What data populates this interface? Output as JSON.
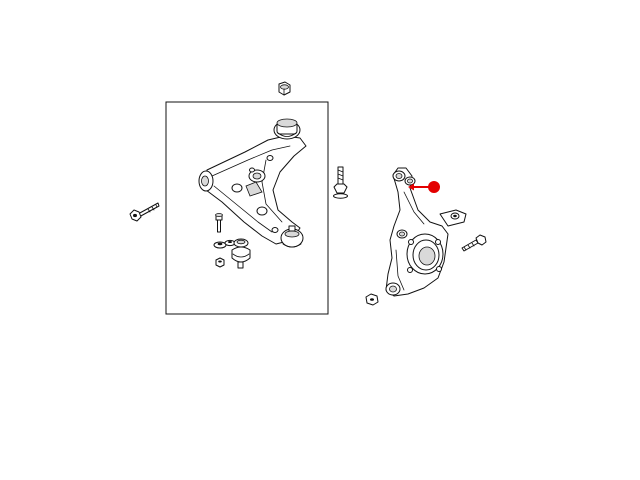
{
  "diagram": {
    "parts": [
      {
        "id": "top-nut",
        "icon": "hex-nut-icon"
      },
      {
        "id": "lower-control-arm",
        "icon": "control-arm-icon"
      },
      {
        "id": "control-arm-bolt",
        "icon": "bolt-icon"
      },
      {
        "id": "ball-joint-kit",
        "icon": "ball-joint-icon"
      },
      {
        "id": "vertical-bolt",
        "icon": "bolt-icon"
      },
      {
        "id": "steering-knuckle",
        "icon": "knuckle-icon"
      },
      {
        "id": "knuckle-bolt",
        "icon": "bolt-icon"
      },
      {
        "id": "knuckle-nut",
        "icon": "hex-nut-icon"
      }
    ],
    "callout": {
      "target": "steering-knuckle",
      "color": "#e30000"
    },
    "colors": {
      "line": "#111111",
      "fill": "#ffffff",
      "shade": "#d9d9d9",
      "highlight": "#e30000"
    }
  }
}
